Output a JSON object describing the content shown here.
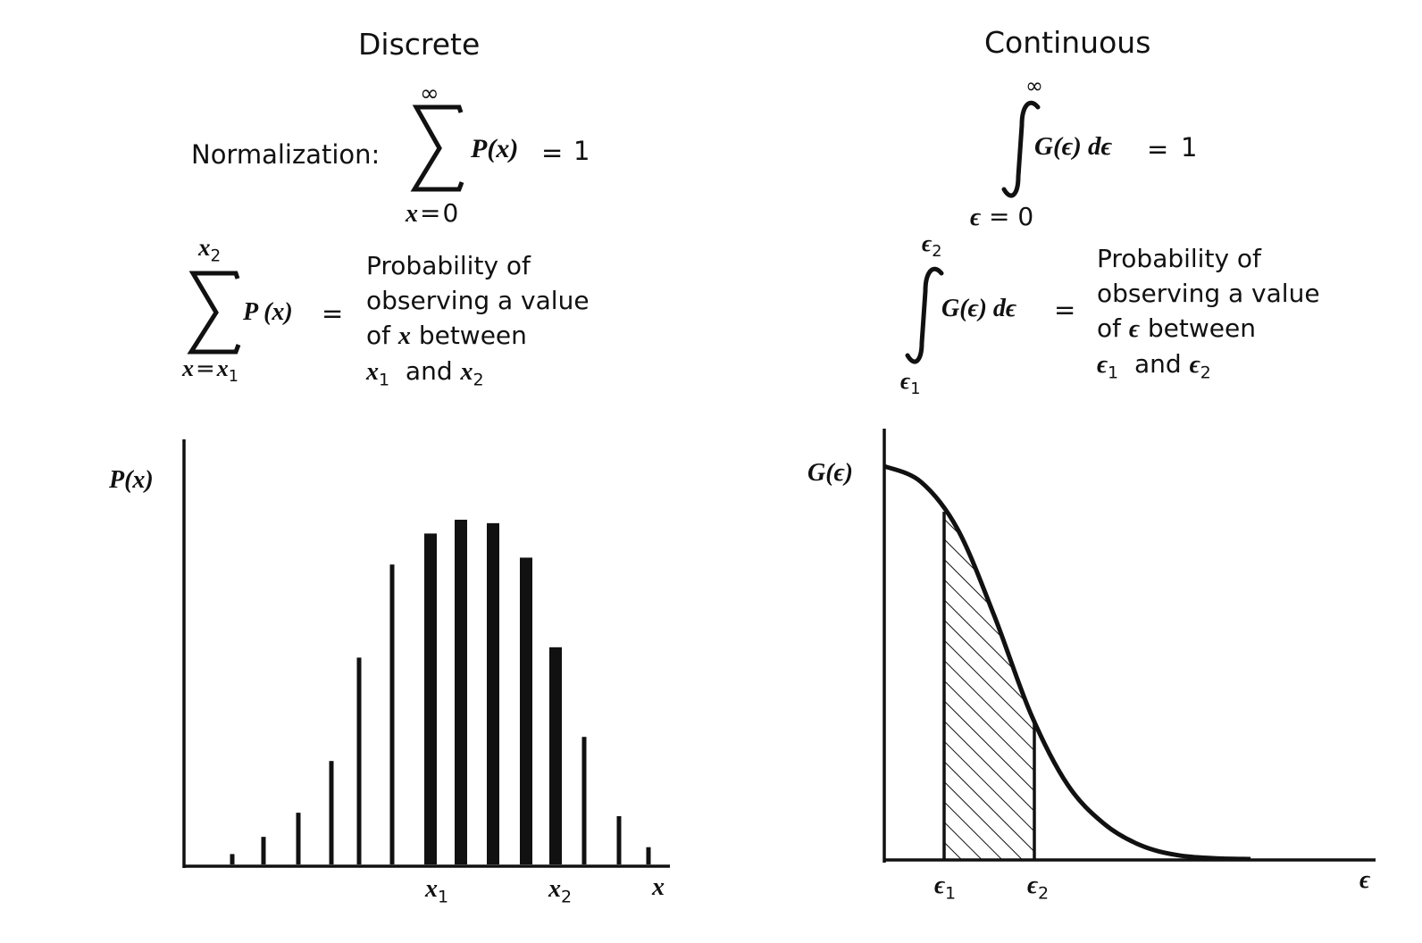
{
  "discrete": {
    "title": "Discrete",
    "normalization_label": "Normalization:",
    "normalization": {
      "sum_upper": "∞",
      "sum_lower_var": "x",
      "sum_lower_eq": "=",
      "sum_lower_val": "0",
      "term": "P(x)",
      "equals": "=",
      "rhs": "1"
    },
    "range_sum": {
      "upper_var": "x",
      "upper_sub": "2",
      "lower_var": "x",
      "lower_eq": "=",
      "lower_bound_var": "x",
      "lower_bound_sub": "1",
      "term": "P (x)",
      "equals": "="
    },
    "description": {
      "line1": "Probability of",
      "line2": "observing a value",
      "line3_pre": "of",
      "line3_var": "x",
      "line3_post": "between",
      "line4_var1": "x",
      "line4_sub1": "1",
      "line4_and": "and",
      "line4_var2": "x",
      "line4_sub2": "2"
    },
    "plot": {
      "y_axis_label": "P(x)",
      "x_axis_label": "x",
      "tick_x1_var": "x",
      "tick_x1_sub": "1",
      "tick_x2_var": "x",
      "tick_x2_sub": "2"
    }
  },
  "continuous": {
    "title": "Continuous",
    "normalization": {
      "int_upper": "∞",
      "integrand": "G(ϵ) dϵ",
      "equals": "=",
      "rhs": "1",
      "lower_var": "ϵ",
      "lower_eq": "=",
      "lower_val": "0"
    },
    "range_integral": {
      "upper_var": "ϵ",
      "upper_sub": "2",
      "lower_var": "ϵ",
      "lower_sub": "1",
      "integrand": "G(ϵ) dϵ",
      "equals": "="
    },
    "description": {
      "line1": "Probability of",
      "line2": "observing a value",
      "line3_pre": "of",
      "line3_var": "ϵ",
      "line3_post": "between",
      "line4_var1": "ϵ",
      "line4_sub1": "1",
      "line4_and": "and",
      "line4_var2": "ϵ",
      "line4_sub2": "2"
    },
    "plot": {
      "y_axis_label": "G(ϵ)",
      "x_axis_label": "ϵ",
      "tick_e1_var": "ϵ",
      "tick_e1_sub": "1",
      "tick_e2_var": "ϵ",
      "tick_e2_sub": "2"
    }
  },
  "chart_data": [
    {
      "type": "bar",
      "description_role": "discrete probability distribution P(x)",
      "values": [
        0.03,
        0.08,
        0.15,
        0.3,
        0.6,
        0.87,
        0.96,
        1.0,
        0.99,
        0.89,
        0.63,
        0.37,
        0.14,
        0.05
      ],
      "highlighted_range": [
        6,
        11
      ],
      "xlabel": "x",
      "ylabel": "P(x)",
      "x_tick_labels": [
        "x1",
        "x2"
      ],
      "grid": false
    },
    {
      "type": "area",
      "description_role": "continuous density G(ϵ), monotonically decreasing sigmoid-like curve",
      "x": [
        0,
        0.1,
        0.2,
        0.3,
        0.4,
        0.5,
        0.6,
        0.7,
        0.8,
        0.9,
        1.0
      ],
      "y": [
        1.0,
        0.96,
        0.84,
        0.62,
        0.37,
        0.19,
        0.09,
        0.035,
        0.01,
        0.002,
        0.0
      ],
      "shaded_interval": [
        "ϵ1",
        "ϵ2"
      ],
      "xlabel": "ϵ",
      "ylabel": "G(ϵ)",
      "grid": false
    }
  ]
}
